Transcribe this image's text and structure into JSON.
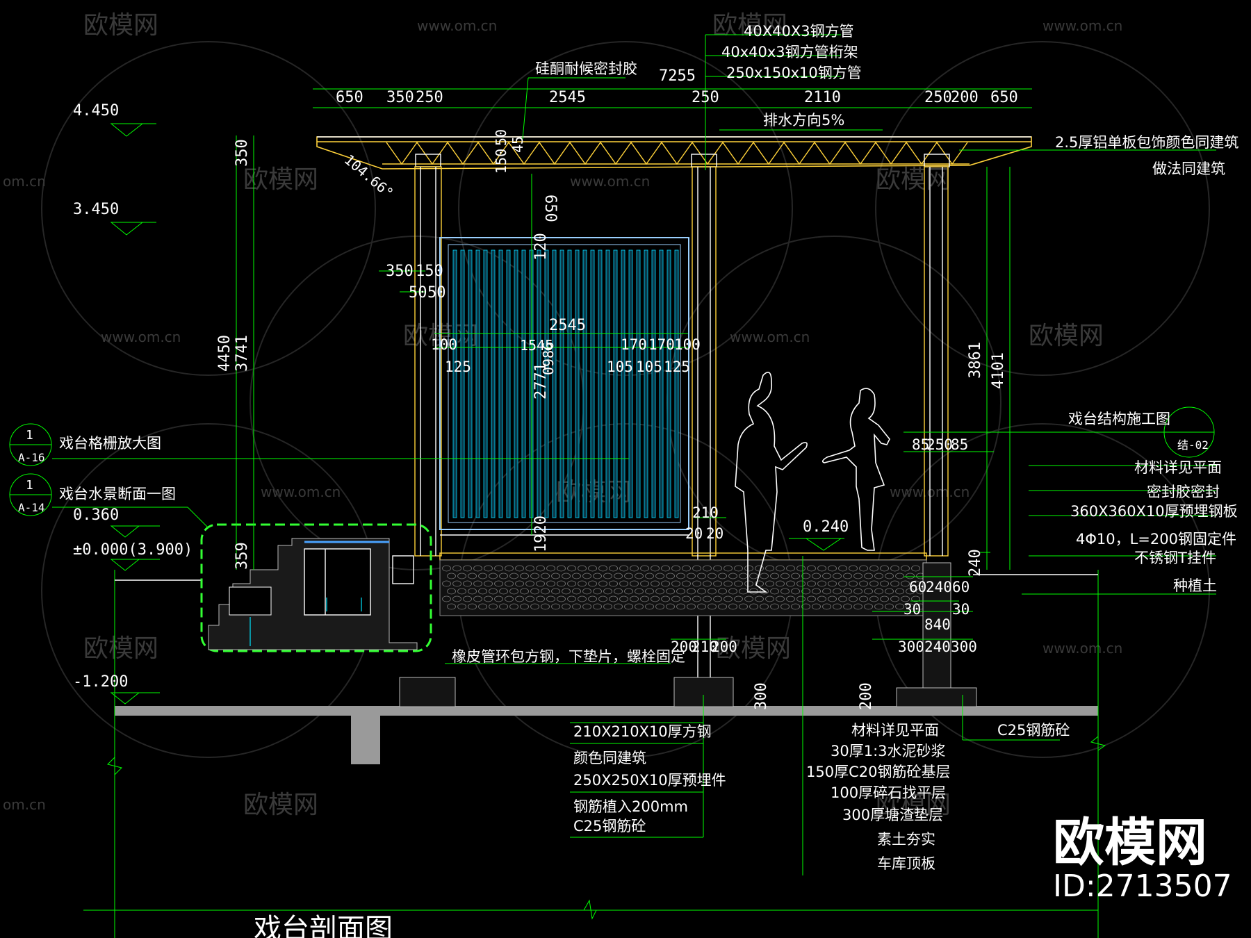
{
  "watermark": {
    "logo": "欧模网",
    "site": "www.om.cn",
    "site_short": "om.cn"
  },
  "brand": {
    "name": "欧模网",
    "id": "ID:2713507"
  },
  "title": "戏台剖面图",
  "levels": [
    "4.450",
    "3.450",
    "0.360",
    "±0.000(3.900)",
    "-1.200",
    "0.240"
  ],
  "top_dims": [
    "650",
    "350",
    "250",
    "2545",
    "250",
    "2110",
    "250",
    "200",
    "650"
  ],
  "overall_dim": "7255",
  "top_labels": [
    "40X40X3钢方管",
    "40x40x3钢方管桁架",
    "250x150x10钢方管",
    "硅酮耐候密封胶",
    "排水方向5%"
  ],
  "right_labels": [
    "2.5厚铝单板包饰颜色同建筑",
    "做法同建筑",
    "戏台结构施工图",
    "材料详见平面",
    "密封胶密封",
    "360X360X10厚预埋钢板",
    "4Φ10，L=200钢固定件",
    "不锈钢T挂件",
    "种植土"
  ],
  "left_labels": [
    "戏台格栅放大图",
    "戏台水景断面一图"
  ],
  "callouts": [
    {
      "num": "1",
      "ref": "A-16"
    },
    {
      "num": "1",
      "ref": "A-14"
    },
    {
      "num": "",
      "ref": "结-02"
    }
  ],
  "vertical_dims": [
    "350",
    "4450",
    "3741",
    "650",
    "120",
    "2771",
    "3861",
    "4101",
    "359",
    "1920",
    "240",
    "300",
    "200"
  ],
  "misc_dims": [
    "150",
    "50",
    "45",
    "104.66°",
    "1545",
    "0986",
    "350",
    "150",
    "50",
    "50",
    "2545",
    "100",
    "125",
    "170",
    "170",
    "100",
    "105",
    "105",
    "125",
    "210",
    "20",
    "20",
    "85",
    "250",
    "85",
    "60",
    "240",
    "60",
    "30",
    "30",
    "840",
    "300",
    "240",
    "300",
    "200",
    "210",
    "200"
  ],
  "bottom_labels": [
    "橡皮管环包方钢，下垫片，螺栓固定",
    "210X210X10厚方钢",
    "颜色同建筑",
    "250X250X10厚预埋件",
    "钢筋植入200mm",
    "C25钢筋砼"
  ],
  "layer_labels": [
    "材料详见平面",
    "30厚1:3水泥砂浆",
    "150厚C20钢筋砼基层",
    "100厚碎石找平层",
    "300厚塘渣垫层",
    "素土夯实",
    "车库顶板"
  ],
  "right_bottom_label": "C25钢筋砼",
  "colors": {
    "line": "#00ff00",
    "text": "#ffffff",
    "truss": "#ffd23a",
    "grille": "#00e5ff",
    "dash": "#33ff33",
    "slab": "#9a9a9a",
    "watermark": "#3a3a3a"
  }
}
